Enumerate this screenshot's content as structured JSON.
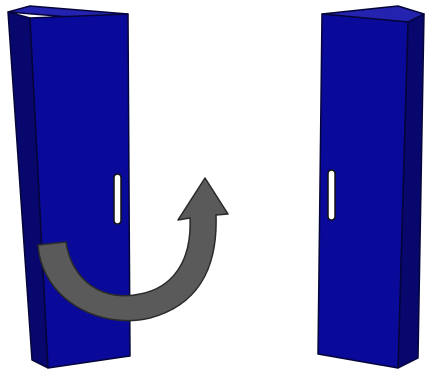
{
  "diagram": {
    "description_visible_text": "",
    "cabinet_left": {
      "label": "",
      "handle_side": "right",
      "colors": {
        "front": "#0a0a9a",
        "side": "#07076e",
        "top": "#2323b0",
        "outline": "#05053a",
        "handle": "#ffffff"
      }
    },
    "cabinet_right": {
      "label": "",
      "handle_side": "left",
      "colors": {
        "front": "#0a0a9a",
        "side": "#07076e",
        "top": "#2323b0",
        "outline": "#05053a",
        "handle": "#ffffff"
      }
    },
    "rotation_arrow": {
      "color": "#5a5a5a",
      "outline": "#2a2a2a",
      "direction": "counterclockwise"
    }
  }
}
